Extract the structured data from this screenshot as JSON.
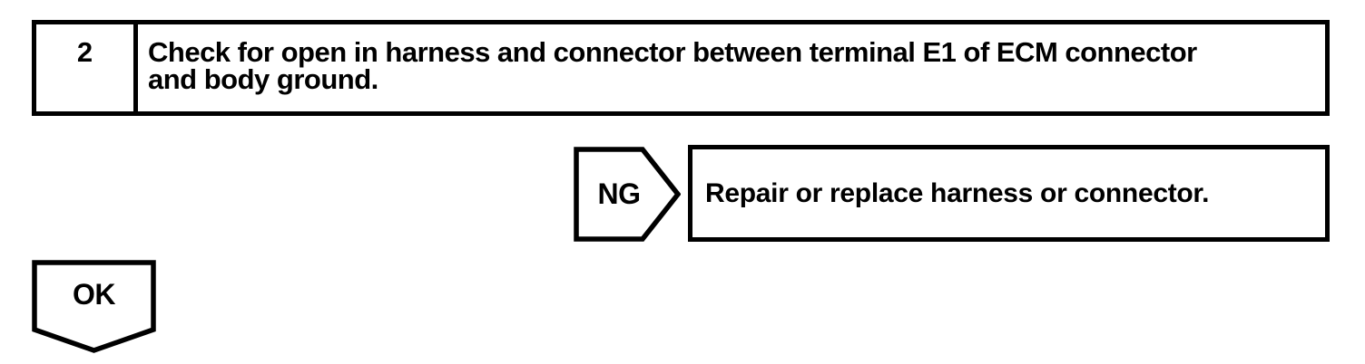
{
  "colors": {
    "ink": "#000000",
    "paper": "#ffffff"
  },
  "step": {
    "number": "2",
    "instruction": "Check for open in harness and connector between terminal E1 of ECM connector\nand body ground."
  },
  "ng_branch": {
    "label": "NG",
    "action": "Repair or replace harness or connector."
  },
  "ok_branch": {
    "label": "OK"
  }
}
